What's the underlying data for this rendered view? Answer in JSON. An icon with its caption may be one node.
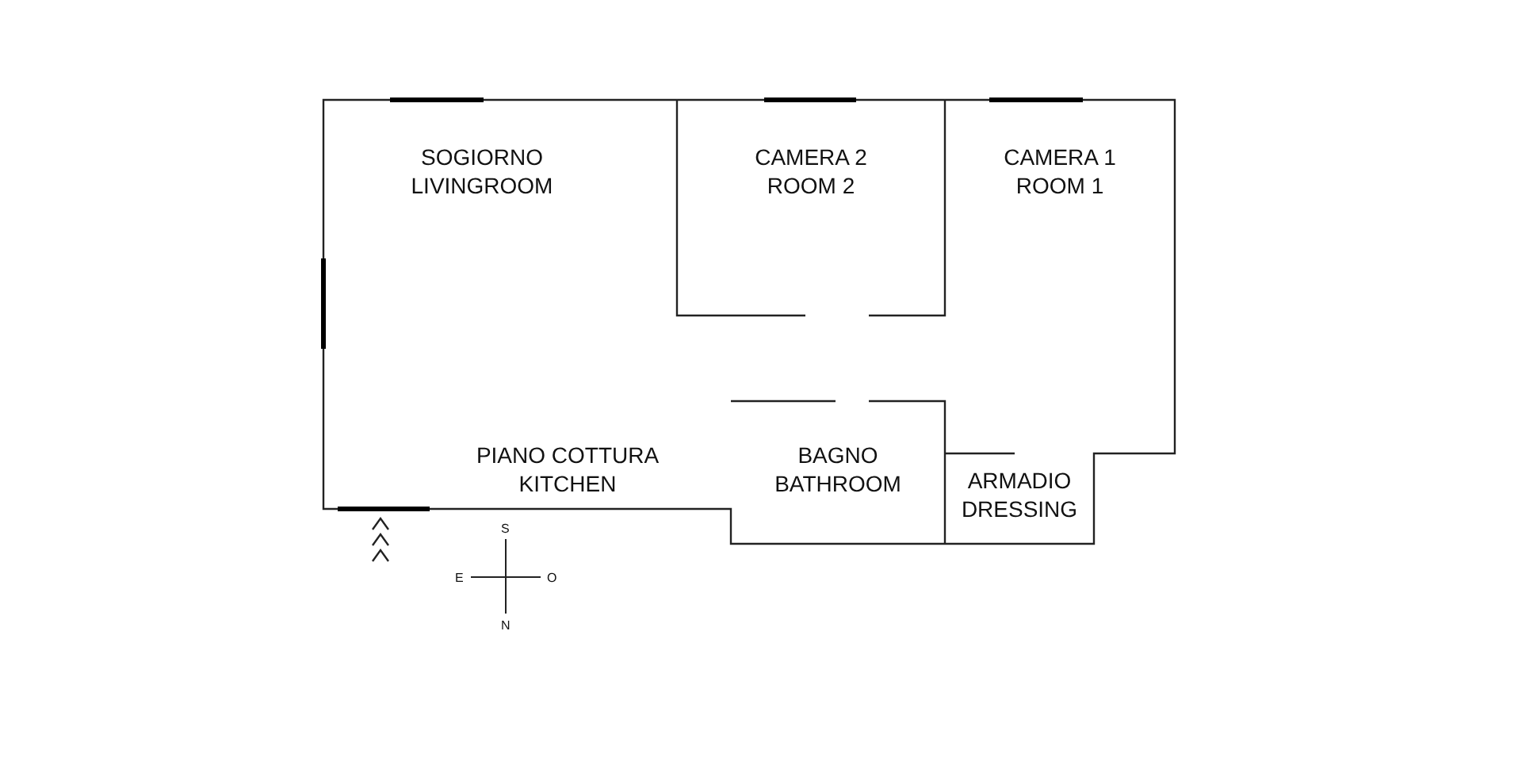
{
  "diagram": {
    "nodes": [
      {
        "text": [
          "SOGIORNO",
          "LIVINGROOM"
        ]
      },
      {
        "text": [
          "CAMERA 2",
          "ROOM 2"
        ]
      },
      {
        "text": [
          "CAMERA 1",
          "ROOM 1"
        ]
      },
      {
        "text": [
          "BAGNO",
          "BATHROOM"
        ]
      },
      {
        "text": [
          "ARMADIO",
          "DRESSING"
        ]
      }
    ],
    "edges": [],
    "labels": [
      "PIANO COTTURA",
      "KITCHEN",
      "S",
      "E",
      "O",
      "N"
    ]
  }
}
